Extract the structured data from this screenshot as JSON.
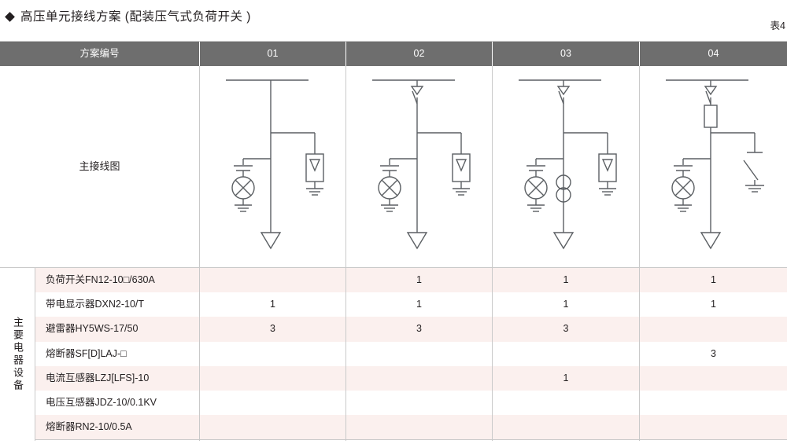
{
  "title": {
    "text": "高压单元接线方案 (配装压气式负荷开关 )",
    "bullet": "diamond-bullet",
    "table_label": "表4"
  },
  "table": {
    "header": {
      "row_label": "方案编号",
      "columns": [
        "01",
        "02",
        "03",
        "04"
      ]
    },
    "diagram_row": {
      "label": "主接线图",
      "schemes": [
        {
          "id": "01",
          "components": [
            "busbar",
            "live-display-indicator",
            "surge-arrester",
            "cable-termination"
          ]
        },
        {
          "id": "02",
          "components": [
            "busbar",
            "load-break-switch",
            "live-display-indicator",
            "surge-arrester",
            "cable-termination"
          ]
        },
        {
          "id": "03",
          "components": [
            "busbar",
            "load-break-switch",
            "live-display-indicator",
            "current-transformer",
            "surge-arrester",
            "cable-termination"
          ]
        },
        {
          "id": "04",
          "components": [
            "busbar",
            "load-break-switch",
            "fuse",
            "live-display-indicator",
            "earthing-switch",
            "cable-termination"
          ]
        }
      ]
    },
    "equipment_section": {
      "label": "主要电器设备",
      "rows": [
        {
          "name": "负荷开关FN12-10□/630A",
          "values": [
            "",
            "1",
            "1",
            "1"
          ]
        },
        {
          "name": "带电显示器DXN2-10/T",
          "values": [
            "1",
            "1",
            "1",
            "1"
          ]
        },
        {
          "name": "避雷器HY5WS-17/50",
          "values": [
            "3",
            "3",
            "3",
            ""
          ]
        },
        {
          "name": "熔断器SF[D]LAJ-□",
          "values": [
            "",
            "",
            "",
            "3"
          ]
        },
        {
          "name": "电流互感器LZJ[LFS]-10",
          "values": [
            "",
            "",
            "1",
            ""
          ]
        },
        {
          "name": "电压互感器JDZ-10/0.1KV",
          "values": [
            "",
            "",
            "",
            ""
          ]
        },
        {
          "name": "熔断器RN2-10/0.5A",
          "values": [
            "",
            "",
            "",
            ""
          ]
        }
      ]
    },
    "colors": {
      "header_bg": "#6e6e6e",
      "header_text": "#ffffff",
      "row_stripe": "#fbf0ee",
      "row_plain": "#ffffff",
      "grid_line": "#c9c9c9",
      "diagram_stroke": "#5b5f63"
    }
  }
}
